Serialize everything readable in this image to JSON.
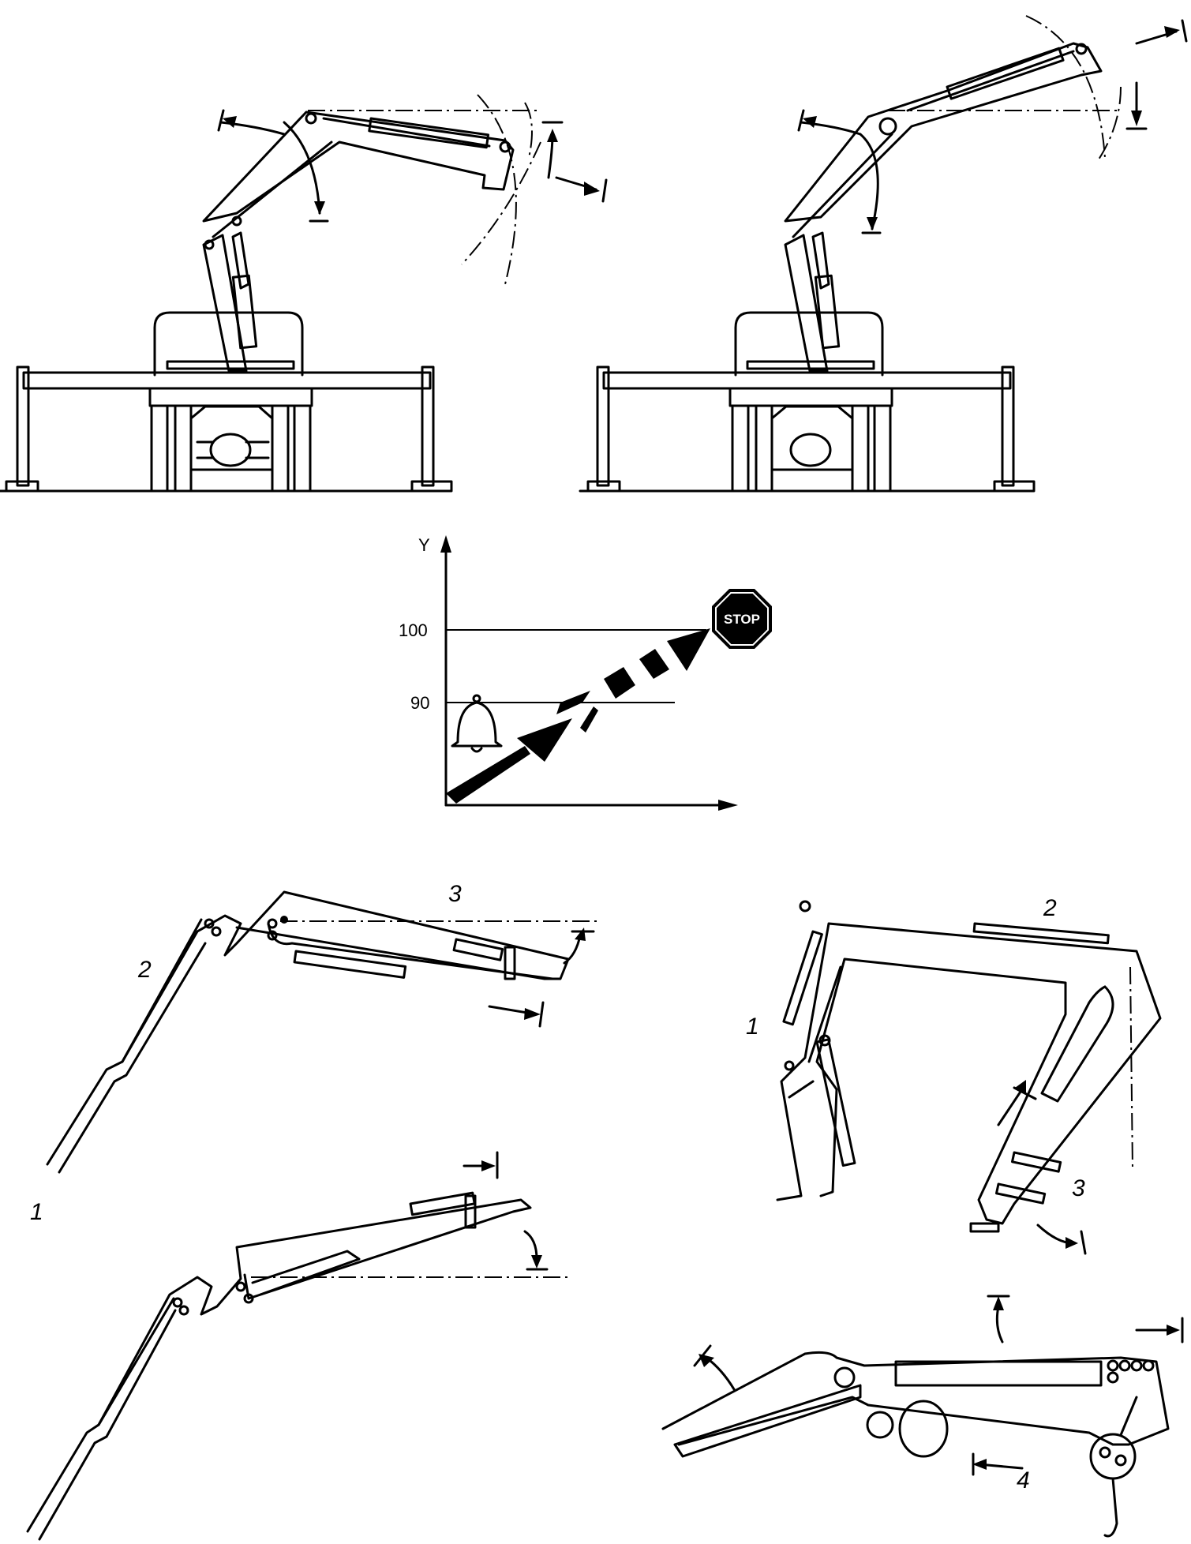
{
  "chart": {
    "y_axis_label": "Y",
    "tick_100": "100",
    "tick_90": "90",
    "stop_sign_text": "STOP",
    "warning_icon": "bell-icon",
    "arrow_icon": "rising-arrow-icon"
  },
  "callouts": {
    "top_left_fig": {
      "label_1": "1",
      "label_2": "2",
      "label_3": "3"
    },
    "right_fig": {
      "label_1": "1",
      "label_2": "2",
      "label_3": "3"
    },
    "bottom_right_fig": {
      "label_4": "4"
    }
  }
}
